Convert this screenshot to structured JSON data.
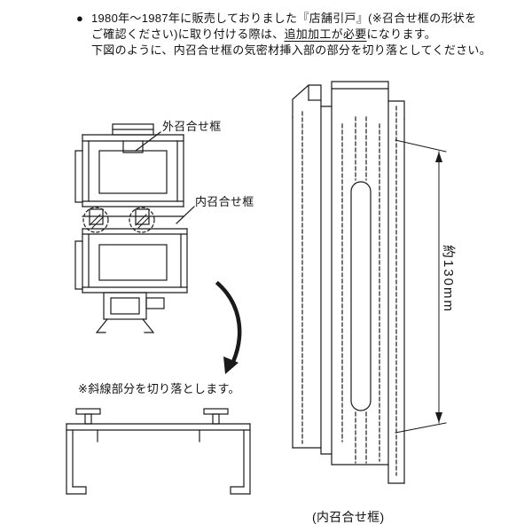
{
  "instructions": {
    "bullet": "●",
    "line1": "1980年〜1987年に販売しておりました『店舗引戸』(※召合せ框の形状を",
    "line2_pre": "ご確認ください)に取り付ける際は、",
    "line2_underlined": "追加加工が必要",
    "line2_post": "になります。",
    "line3": "下図のように、内召合せ框の気密材挿入部の部分を切り落としてください。"
  },
  "section_diagram": {
    "outer_stile_label": "外召合せ框",
    "inner_stile_label": "内召合せ框",
    "cut_note": "※斜線部分を切り落とします。"
  },
  "perspective_diagram": {
    "dimension_label": "約130mm",
    "caption": "(内召合せ框)"
  },
  "colors": {
    "line": "#1a1a1a",
    "text": "#111111",
    "background": "#ffffff"
  }
}
